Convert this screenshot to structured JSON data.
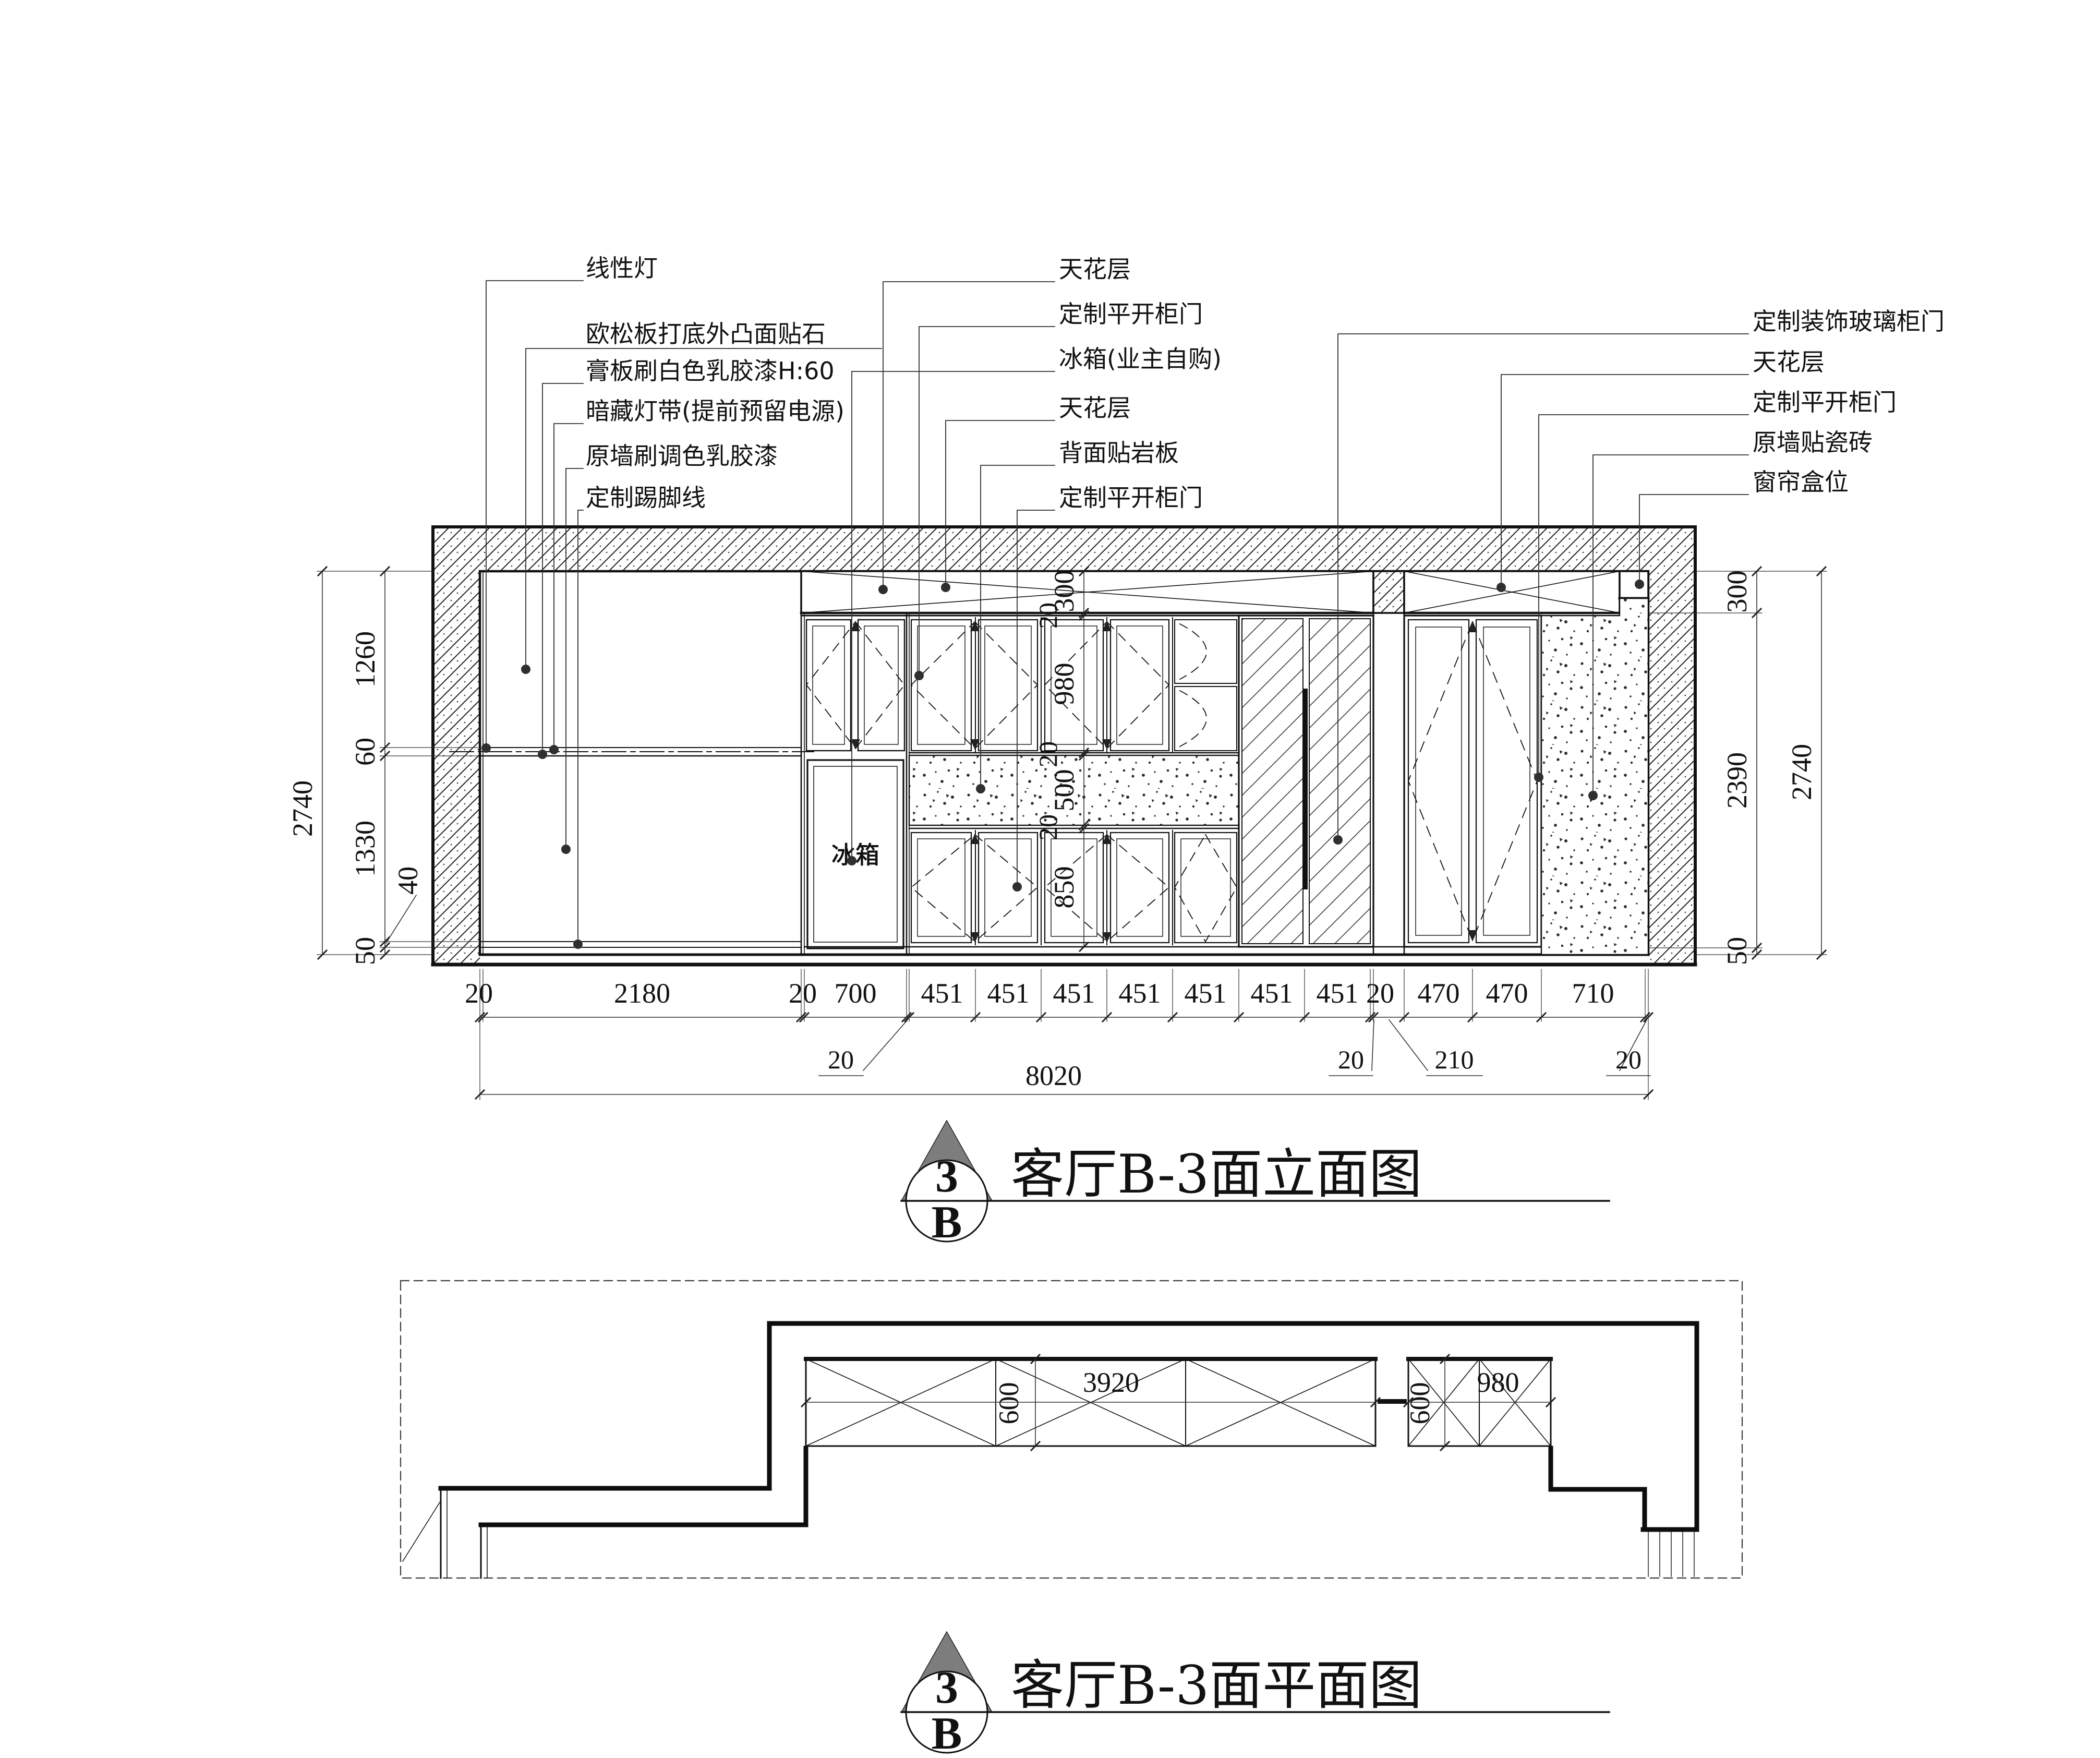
{
  "page": {
    "background": "#ffffff",
    "line_color": "#1a1a1a",
    "dim_color": "#333333",
    "marker_triangle_color": "#7d7d7d"
  },
  "elevation": {
    "title": "客厅B-3面立面图",
    "marker": {
      "number": "3",
      "letter": "B"
    },
    "labels_left": [
      "线性灯",
      "欧松板打底外凸面贴石",
      "膏板刷白色乳胶漆H:60",
      "暗藏灯带(提前预留电源)",
      "原墙刷调色乳胶漆",
      "定制踢脚线"
    ],
    "labels_middle": [
      "天花层",
      "定制平开柜门",
      "冰箱(业主自购)",
      "天花层",
      "背面贴岩板",
      "定制平开柜门"
    ],
    "labels_right": [
      "定制装饰玻璃柜门",
      "天花层",
      "定制平开柜门",
      "原墙贴瓷砖",
      "窗帘盒位"
    ],
    "fridge_text": "冰箱",
    "dims": {
      "left_overall": "2740",
      "left_chain": [
        "1260",
        "60",
        "1330",
        "40",
        "50"
      ],
      "middle_chain": [
        "300",
        "20",
        "980",
        "20",
        "500",
        "20",
        "850"
      ],
      "right_chain": [
        "300",
        "2390",
        "50"
      ],
      "right_overall": "2740",
      "bottom_row": [
        "20",
        "2180",
        "20",
        "700",
        "451",
        "451",
        "451",
        "451",
        "451",
        "451",
        "451",
        "20",
        "470",
        "470",
        "710"
      ],
      "bottom_leaders": [
        "20",
        "20",
        "210",
        "20"
      ],
      "bottom_total": "8020"
    }
  },
  "plan": {
    "title": "客厅B-3面平面图",
    "marker": {
      "number": "3",
      "letter": "B"
    },
    "dims": {
      "left_depth": "600",
      "left_width": "3920",
      "right_depth": "600",
      "right_width": "980"
    }
  }
}
